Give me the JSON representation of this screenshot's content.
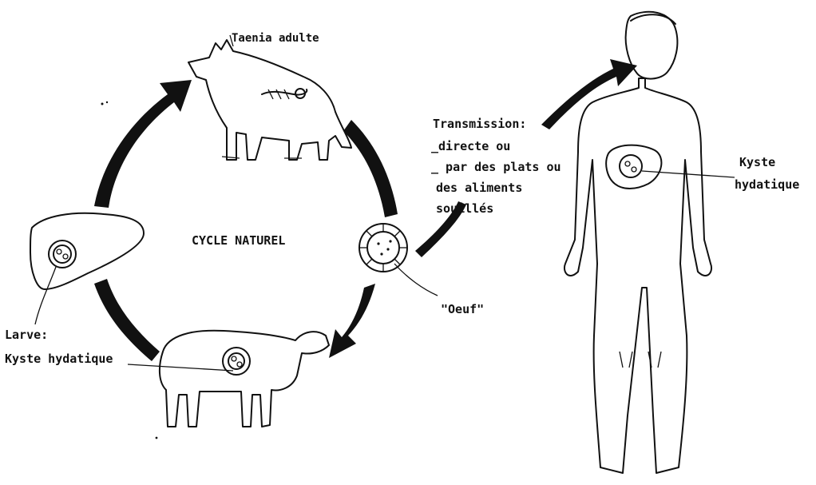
{
  "labels": {
    "taenia": "Taenia adulte",
    "cycle": "CYCLE NATUREL",
    "transmission_title": "Transmission:",
    "transmission_1": "_directe ou",
    "transmission_2": "_ par des plats ou",
    "transmission_3": "des aliments",
    "transmission_4": "souillés",
    "oeuf": "\"Oeuf\"",
    "larve_1": "Larve:",
    "larve_2": "Kyste hydatique",
    "kyste_1": "Kyste",
    "kyste_2": "hydatique"
  },
  "colors": {
    "ink": "#111111",
    "paper": "#ffffff"
  }
}
